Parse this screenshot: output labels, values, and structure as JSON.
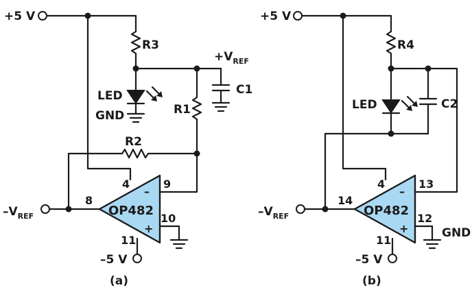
{
  "circuit_a": {
    "caption": "(a)",
    "vcc_label": "+5 V",
    "vref_pos_prefix": "+V",
    "vref_pos_sub": "REF",
    "vref_neg_prefix": "–V",
    "vref_neg_sub": "REF",
    "vee_label": "–5 V",
    "r3": "R3",
    "r1": "R1",
    "r2": "R2",
    "c1": "C1",
    "led": "LED",
    "gnd": "GND",
    "opamp": "OP482",
    "pin_out": "8",
    "pin_vplus": "4",
    "pin_inv": "9",
    "pin_noninv": "10",
    "pin_vminus": "11",
    "minus_sign": "–",
    "plus_sign": "+"
  },
  "circuit_b": {
    "caption": "(b)",
    "vcc_label": "+5 V",
    "vref_neg_prefix": "–V",
    "vref_neg_sub": "REF",
    "vee_label": "–5 V",
    "r4": "R4",
    "c2": "C2",
    "led": "LED",
    "gnd": "GND",
    "opamp": "OP482",
    "pin_out": "14",
    "pin_vplus": "4",
    "pin_inv": "13",
    "pin_noninv": "12",
    "pin_vminus": "11",
    "minus_sign": "–",
    "plus_sign": "+"
  },
  "colors": {
    "opamp_fill": "#a9d8f2",
    "wire": "#1a1a1a",
    "background": "#ffffff"
  }
}
